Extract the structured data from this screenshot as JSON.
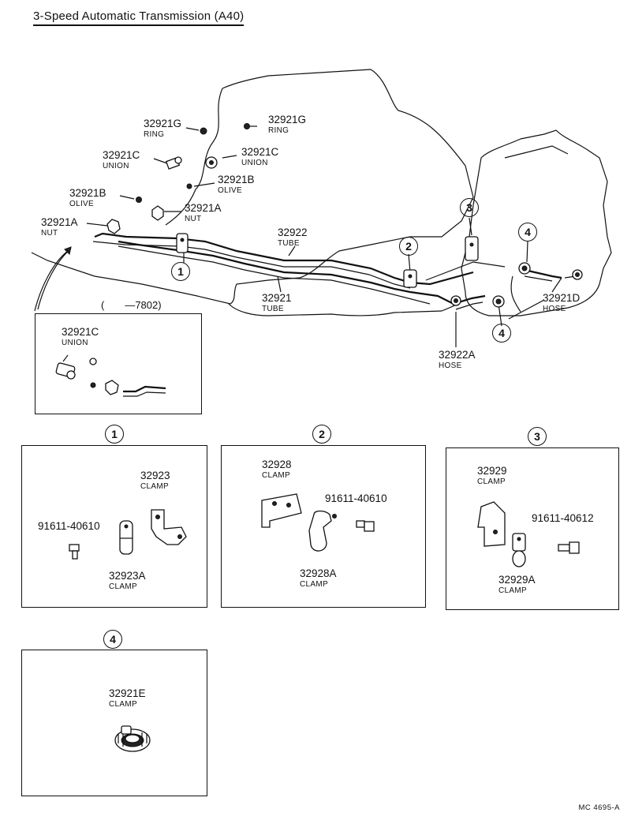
{
  "title": "3-Speed Automatic Transmission (A40)",
  "footer_code": "MC 4695-A",
  "main_view": {
    "labels": [
      {
        "code": "32921G",
        "desc": "RING"
      },
      {
        "code": "32921G",
        "desc": "RING"
      },
      {
        "code": "32921C",
        "desc": "UNION"
      },
      {
        "code": "32921C",
        "desc": "UNION"
      },
      {
        "code": "32921B",
        "desc": "OLIVE"
      },
      {
        "code": "32921B",
        "desc": "OLIVE"
      },
      {
        "code": "32921A",
        "desc": "NUT"
      },
      {
        "code": "32921A",
        "desc": "NUT"
      },
      {
        "code": "32922",
        "desc": "TUBE"
      },
      {
        "code": "32921",
        "desc": "TUBE"
      },
      {
        "code": "32921D",
        "desc": "HOSE"
      },
      {
        "code": "32922A",
        "desc": "HOSE"
      }
    ],
    "callouts": [
      "1",
      "2",
      "3",
      "4",
      "4"
    ]
  },
  "inset": {
    "date_range": "(　　—7802)",
    "code": "32921C",
    "desc": "UNION"
  },
  "detail_panels": [
    {
      "number": "1",
      "parts": [
        {
          "code": "32923",
          "desc": "CLAMP"
        },
        {
          "code": "91611-40610",
          "desc": ""
        },
        {
          "code": "32923A",
          "desc": "CLAMP"
        }
      ]
    },
    {
      "number": "2",
      "parts": [
        {
          "code": "32928",
          "desc": "CLAMP"
        },
        {
          "code": "91611-40610",
          "desc": ""
        },
        {
          "code": "32928A",
          "desc": "CLAMP"
        }
      ]
    },
    {
      "number": "3",
      "parts": [
        {
          "code": "32929",
          "desc": "CLAMP"
        },
        {
          "code": "91611-40612",
          "desc": ""
        },
        {
          "code": "32929A",
          "desc": "CLAMP"
        }
      ]
    },
    {
      "number": "4",
      "parts": [
        {
          "code": "32921E",
          "desc": "CLAMP"
        }
      ]
    }
  ]
}
